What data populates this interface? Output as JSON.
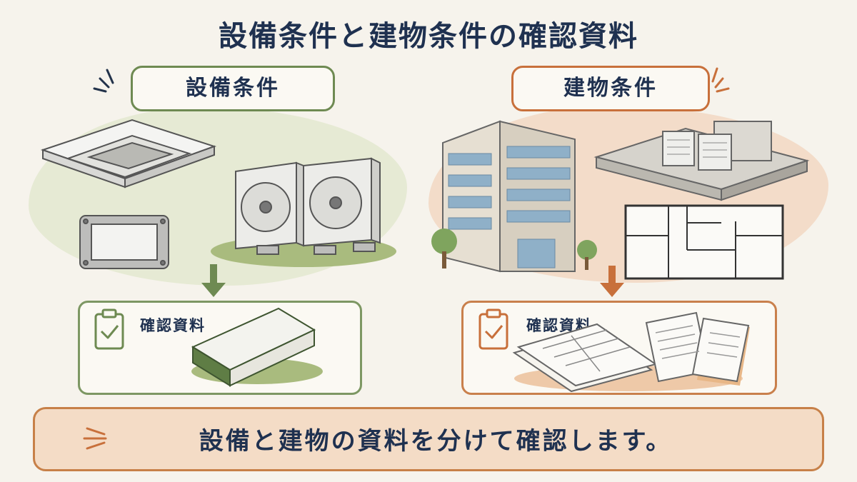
{
  "title": "設備条件と建物条件の確認資料",
  "left_panel": {
    "label": "設備条件",
    "doc_label": "確認資料",
    "illustrations": [
      "ceiling-cassette-ac-icon",
      "nameplate-icon",
      "outdoor-units-icon",
      "manual-book-icon"
    ]
  },
  "right_panel": {
    "label": "建物条件",
    "doc_label": "確認資料",
    "illustrations": [
      "office-building-icon",
      "rooftop-units-icon",
      "floor-plan-icon",
      "drawings-stack-icon"
    ]
  },
  "footer": {
    "text": "設備と建物の資料を分けて確認します。"
  },
  "colors": {
    "green_accent": "#6e8a52",
    "orange_accent": "#c8703b",
    "navy_text": "#1f3150",
    "background": "#f6f3ec"
  }
}
